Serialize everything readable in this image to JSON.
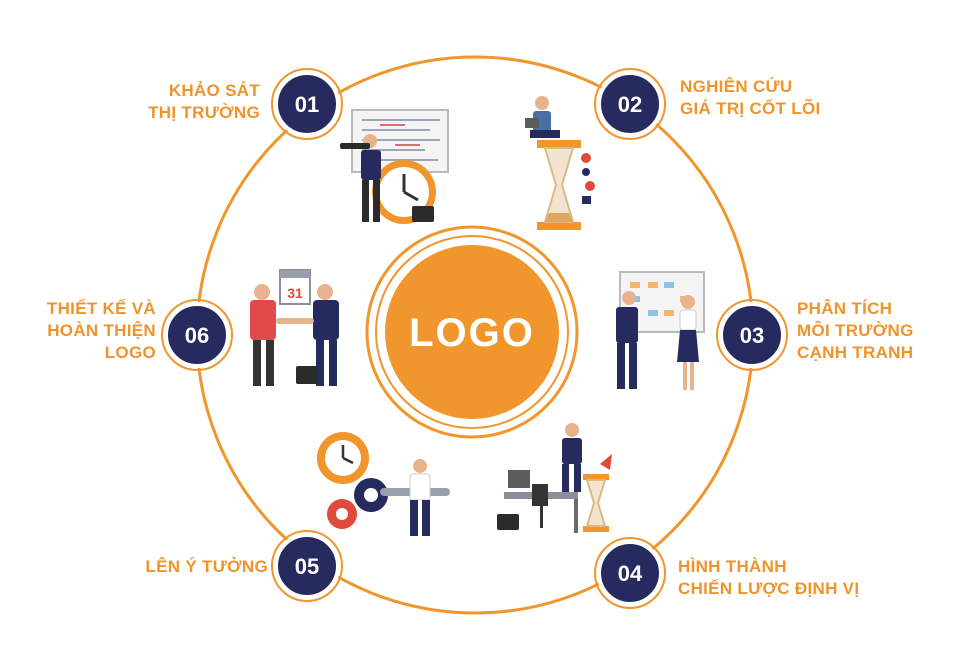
{
  "diagram": {
    "center_text": "LOGO",
    "colors": {
      "accent": "#f0962c",
      "navy": "#272a5f",
      "white": "#ffffff"
    },
    "steps": [
      {
        "number": "01",
        "lines": [
          "KHẢO SÁT",
          "THỊ TRƯỜNG"
        ],
        "illustration": "telescope-man-schedule-clock-icon"
      },
      {
        "number": "02",
        "lines": [
          "NGHIÊN CỨU",
          "GIÁ TRỊ CỐT LÕI"
        ],
        "illustration": "man-on-hourglass-laptop-icon"
      },
      {
        "number": "03",
        "lines": [
          "PHÂN TÍCH",
          "MÔI TRƯỜNG",
          "CẠNH TRANH"
        ],
        "illustration": "presentation-board-icon"
      },
      {
        "number": "04",
        "lines": [
          "HÌNH THÀNH",
          "CHIẾN LƯỢC ĐỊNH VỊ"
        ],
        "illustration": "desk-hourglass-icon"
      },
      {
        "number": "05",
        "lines": [
          "LÊN Ý TƯỞNG"
        ],
        "illustration": "gears-wrench-icon"
      },
      {
        "number": "06",
        "lines": [
          "THIẾT KẾ VÀ",
          "HOÀN THIỆN",
          "LOGO"
        ],
        "illustration": "handshake-calendar-icon"
      }
    ],
    "calendar_day": "31"
  }
}
